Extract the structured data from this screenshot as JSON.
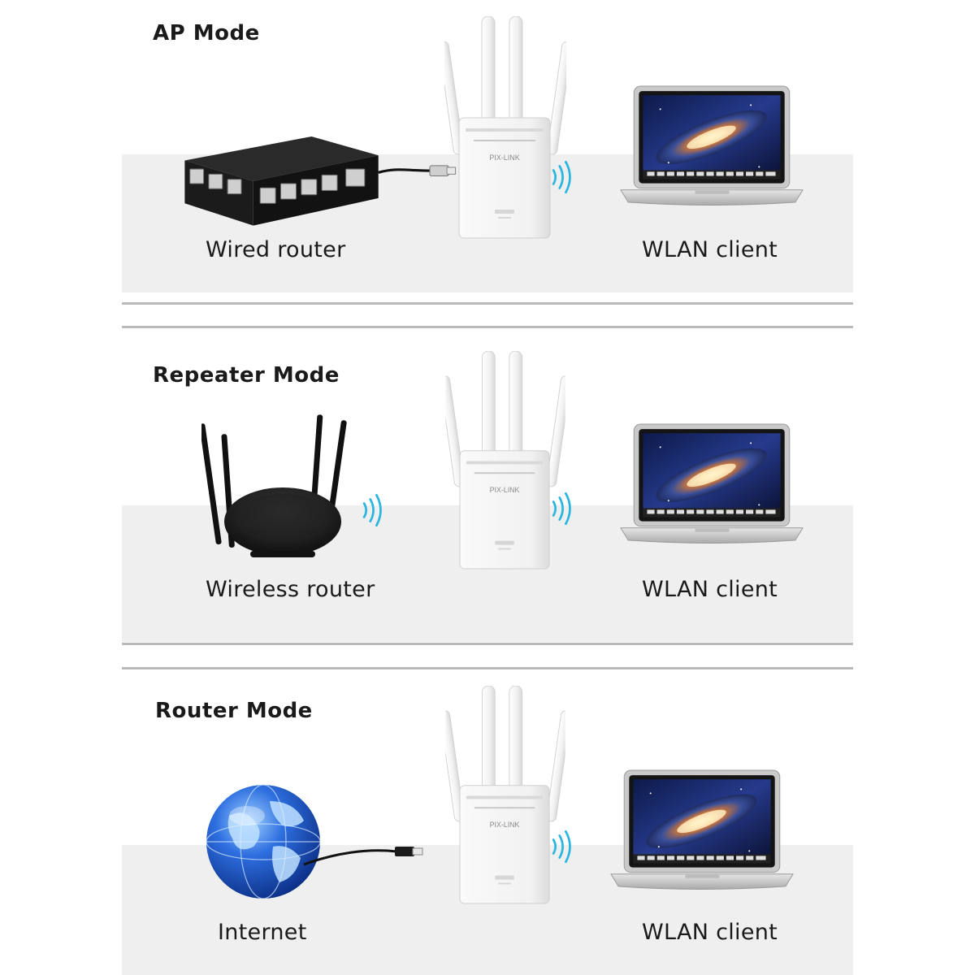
{
  "colors": {
    "floor": "#efefef",
    "divider": "#b9b9b9",
    "text": "#1a1a1a",
    "wifi_wave": "#29b6e0",
    "globe_blue": "#1e5fd0",
    "router_black": "#1b1b1b",
    "device_white": "#f7f7f7"
  },
  "device_brand": "PIX-LINK",
  "sections": [
    {
      "title": "AP Mode",
      "source_label": "Wired router",
      "source_icon": "wired-router-icon",
      "client_label": "WLAN client",
      "client_icon": "laptop-icon"
    },
    {
      "title": "Repeater Mode",
      "source_label": "Wireless router",
      "source_icon": "wireless-router-icon",
      "client_label": "WLAN client",
      "client_icon": "laptop-icon"
    },
    {
      "title": "Router Mode",
      "source_label": "Internet",
      "source_icon": "globe-icon",
      "client_label": "WLAN client",
      "client_icon": "laptop-icon"
    }
  ]
}
